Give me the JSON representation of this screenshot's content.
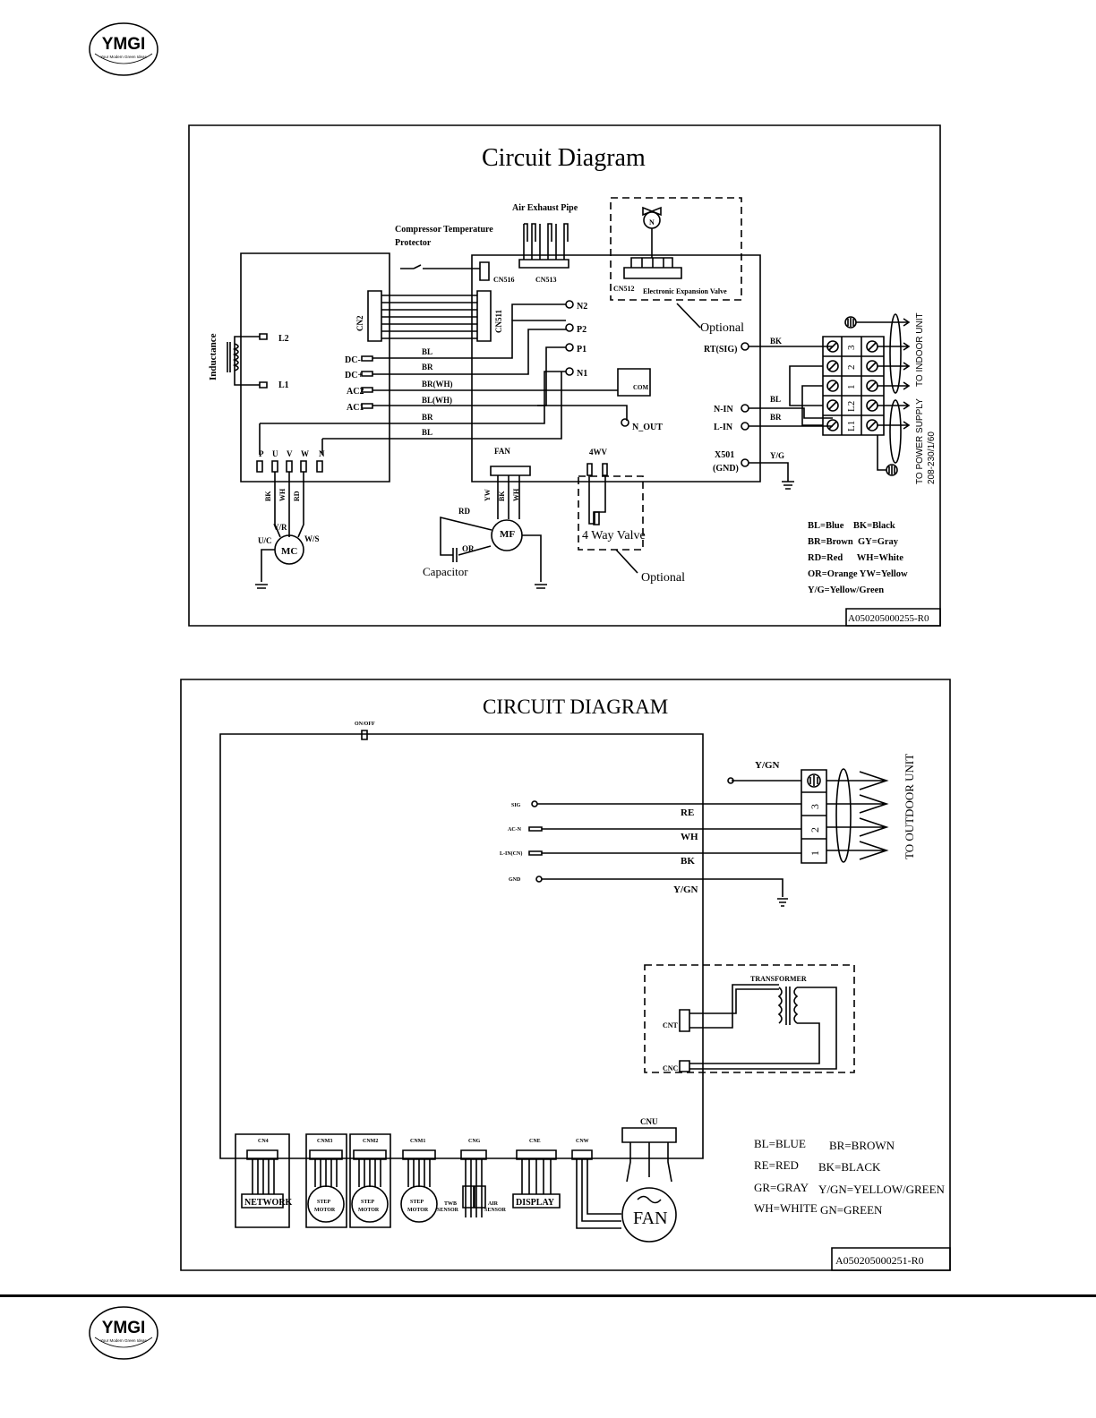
{
  "header": {
    "logo_text": "YMGI",
    "logo_tagline": "Your Modern Green Ideas"
  },
  "footer": {
    "logo_text": "YMGI",
    "logo_tagline": "Your Modern Green Ideas"
  },
  "diagram1": {
    "title": "Circuit Diagram",
    "code": "A050205000255-R0",
    "labels": {
      "compressor_protector_1": "Compressor Temperature",
      "compressor_protector_2": "Protector",
      "air_exhaust": "Air Exhaust Pipe",
      "cn516": "CN516",
      "cn513": "CN513",
      "cn512": "CN512",
      "eev": "Electronic Expansion Valve",
      "optional_top": "Optional",
      "optional_bottom": "Optional",
      "inductance": "Inductance",
      "l2": "L2",
      "l1": "L1",
      "cn2": "CN2",
      "cn511": "CN511",
      "dc_minus": "DC-",
      "dc_plus": "DC+",
      "ac2": "AC2",
      "ac1": "AC1",
      "n2": "N2",
      "p2": "P2",
      "p1": "P1",
      "n1": "N1",
      "com": "COM",
      "n_out": "N_OUT",
      "w_bl": "BL",
      "w_br": "BR",
      "w_br_wh": "BR(WH)",
      "w_bl_wh": "BL(WH)",
      "w_br2": "BR",
      "w_bl2": "BL",
      "rt_sig": "RT(SIG)",
      "w_bk": "BK",
      "n_in": "N-IN",
      "l_in": "L-IN",
      "w_bl3": "BL",
      "w_br3": "BR",
      "x501": "X501",
      "gnd": "(GND)",
      "yg": "Y/G",
      "fan": "FAN",
      "four_wv": "4WV",
      "four_way_valve": "4 Way Valve",
      "p": "P",
      "u": "U",
      "v": "V",
      "w": "W",
      "n": "N",
      "mc_bk": "BK",
      "mc_wh": "WH",
      "mc_rd": "RD",
      "vr": "V/R",
      "uc": "U/C",
      "ws": "W/S",
      "mc": "MC",
      "mf_yw": "YW",
      "mf_bk": "BK",
      "mf_wh": "WH",
      "rd": "RD",
      "or": "OR",
      "mf": "MF",
      "capacitor": "Capacitor",
      "tb_3": "3",
      "tb_2": "2",
      "tb_1": "1",
      "tb_l2": "L2",
      "tb_l1": "L1",
      "to_indoor": "TO INDOOR UNIT",
      "to_power": "TO POWER SUPPLY",
      "power_spec": "208-230/1/60",
      "n_valve": "N"
    },
    "legend": [
      "BL=Blue    BK=Black",
      "BR=Brown  GY=Gray",
      "RD=Red      WH=White",
      "OR=Orange YW=Yellow",
      "Y/G=Yellow/Green"
    ]
  },
  "diagram2": {
    "title": "CIRCUIT DIAGRAM",
    "code": "A050205000251-R0",
    "labels": {
      "onoff": "ON/OFF",
      "sig": "SIG",
      "acn": "AC-N",
      "lin": "L-IN(CN)",
      "gnd": "GND",
      "re": "RE",
      "wh": "WH",
      "bk": "BK",
      "ygn_top": "Y/GN",
      "ygn": "Y/GN",
      "tb3": "3",
      "tb2": "2",
      "tb1": "1",
      "to_outdoor": "TO OUTDOOR UNIT",
      "transformer": "TRANSFORMER",
      "cnt": "CNT",
      "cnc": "CNC",
      "cn4": "CN4",
      "cnm3": "CNM3",
      "cnm2": "CNM2",
      "cnm1": "CNM1",
      "cng": "CNG",
      "cne": "CNE",
      "cnw": "CNW",
      "cnu": "CNU",
      "network": "NETWORK",
      "step1": "STEP",
      "motor1": "MOTOR",
      "step2": "STEP",
      "motor2": "MOTOR",
      "step3": "STEP",
      "motor3": "MOTOR",
      "twb": "TWB",
      "sensor1": "SENSOR",
      "air": "AIR",
      "sensor2": "SENSOR",
      "display": "DISPLAY",
      "fan": "FAN"
    },
    "legend": {
      "r1c1": "BL=BLUE",
      "r1c2": "BR=BROWN",
      "r2c1": "RE=RED",
      "r2c2": "BK=BLACK",
      "r3c1": "GR=GRAY",
      "r3c2": "Y/GN=YELLOW/GREEN",
      "r4c1": "WH=WHITE",
      "r4c2": "GN=GREEN"
    }
  }
}
